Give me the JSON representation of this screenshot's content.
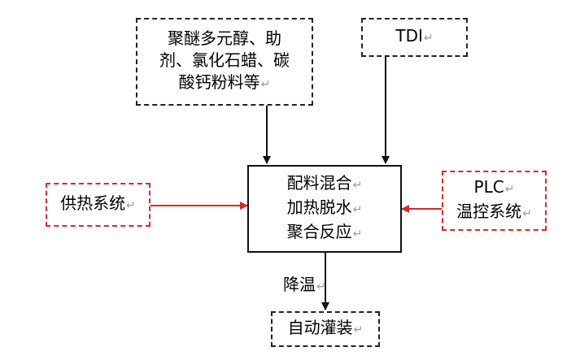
{
  "nodes": {
    "raw_materials": {
      "lines": [
        "聚醚多元醇、助",
        "剂、氯化石蜡、碳",
        "酸钙粉料等"
      ]
    },
    "tdi": {
      "lines": [
        "TDI"
      ]
    },
    "heating": {
      "lines": [
        "供热系统"
      ]
    },
    "reactor": {
      "lines": [
        "配料混合",
        "加热脱水",
        "聚合反应"
      ]
    },
    "plc": {
      "lines": [
        "PLC",
        "温控系统"
      ]
    },
    "filling": {
      "lines": [
        "自动灌装"
      ]
    }
  },
  "edge_labels": {
    "cooling": "降温"
  },
  "return_mark": "↵",
  "colors": {
    "black": "#111111",
    "red": "#d62a2a"
  }
}
